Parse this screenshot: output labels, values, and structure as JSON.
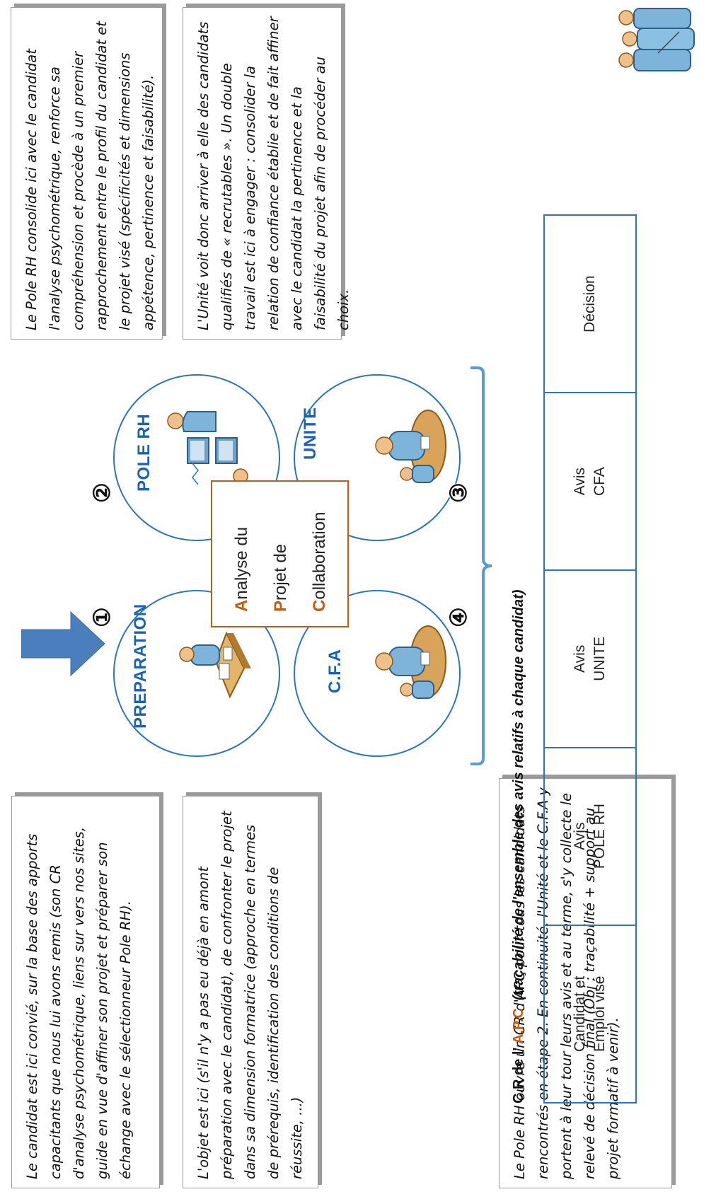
{
  "boxes": {
    "preparation_text": "Le candidat est ici convié,  sur la base des apports capacitants que nous lui avons remis (son CR d'analyse psychométrique,  liens sur vers nos sites, guide en vue d'affiner son projet et préparer son échange avec le sélectionneur Pole RH).",
    "cfa_text": "L'objet est ici (s'il n'y a pas eu déjà en amont préparation avec le candidat), de confronter le projet dans sa dimension formatrice (approche en termes de prérequis, identification des conditions de réussite, ...)",
    "pole_rh_text": "Le Pole RH consolide ici avec le candidat l'analyse psychométrique, renforce sa compréhension et procède à un premier rapprochement entre le profil du candidat et le projet visé (spécificités et dimensions appétence, pertinence et faisabilité).",
    "unite_text": "L'Unité voit donc arriver à elle des candidats qualifiés de « recrutables ». Un double travail est ici à engager : consolider la relation de confiance établie et de fait affiner avec le candidat la pertinence et la faisabilité du projet afin de procéder au choix.",
    "cr_text": "Le Pole RH ouvre un CR d'APC pour tous les candidats rencontrés en étape 2. En continuité, l'Unité et le C.F.A y portent à leur tour leurs avis et au terme,  s'y collecte le relevé de décision final (Obj : traçabilité + support au projet formatif à venir)."
  },
  "circles": {
    "preparation": {
      "label": "PREPARATION",
      "number": "①"
    },
    "pole_rh": {
      "label": "POLE RH",
      "number": "②"
    },
    "unite": {
      "label": "UNITE",
      "number": "③"
    },
    "cfa": {
      "label": "C.F.A",
      "number": "④"
    }
  },
  "apc": {
    "line1_lead": "A",
    "line1_rest": "nalyse du",
    "line2_lead": "P",
    "line2_rest": "rojet de",
    "line3_lead": "C",
    "line3_rest": "ollaboration"
  },
  "caption": {
    "prefix": "C.R de l'",
    "abbr": "A.P.C",
    "subtitle": "(traçabilité de l'ensemble des avis relatifs à chaque candidat)"
  },
  "table": {
    "cells": [
      [
        "Candidat et",
        "Emploi visé"
      ],
      [
        "Avis",
        "POLE RH"
      ],
      [
        "Avis",
        "UNITE"
      ],
      [
        "Avis",
        "CFA"
      ],
      [
        "Décision",
        ""
      ]
    ]
  },
  "colors": {
    "accent_blue": "#2e75b6",
    "label_blue": "#1a62b3",
    "apc_orange": "#c55a11",
    "arrow_blue": "#4a7ebd"
  },
  "icons": [
    "arrow-icon",
    "desk-person-icon",
    "meeting-person-icon",
    "computer-people-icon",
    "meeting-group-icon",
    "people-group-icon"
  ]
}
